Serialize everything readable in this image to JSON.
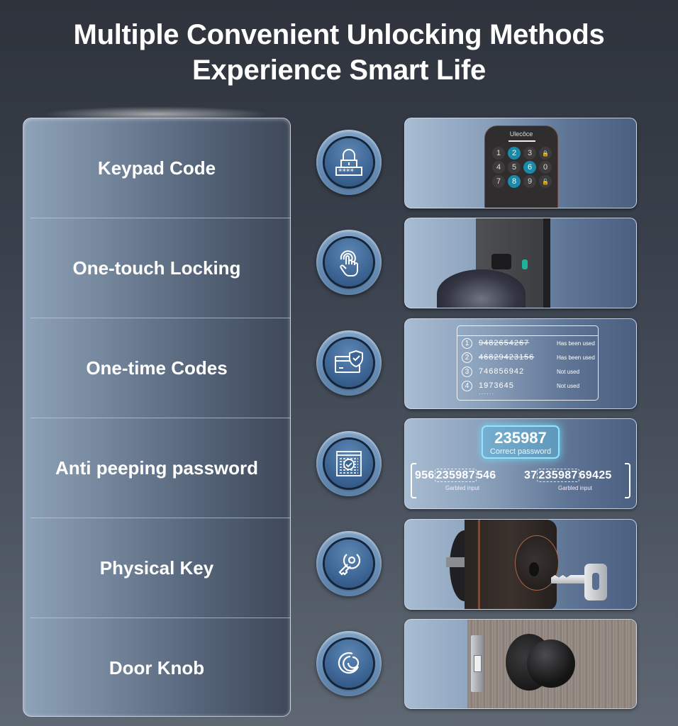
{
  "header": {
    "title_line1": "Multiple Convenient Unlocking Methods",
    "title_line2": "Experience Smart Life"
  },
  "methods": [
    {
      "label": "Keypad Code",
      "icon": "keypad-lock-icon"
    },
    {
      "label": "One-touch Locking",
      "icon": "touch-finger-icon"
    },
    {
      "label": "One-time Codes",
      "icon": "card-shield-icon"
    },
    {
      "label": "Anti peeping password",
      "icon": "scrambled-screen-check-icon"
    },
    {
      "label": "Physical Key",
      "icon": "key-icon"
    },
    {
      "label": "Door Knob",
      "icon": "knob-swirl-icon"
    }
  ],
  "keypad": {
    "brand": "Ulecôce",
    "keys": [
      "1",
      "2",
      "3",
      "🔒",
      "4",
      "5",
      "6",
      "0",
      "7",
      "8",
      "9",
      "🔓"
    ],
    "lit_keys": [
      "2",
      "6",
      "8"
    ],
    "lit_color": "#1a8aa8"
  },
  "one_time_codes": {
    "rows": [
      {
        "num": "1",
        "code": "9482654267",
        "status": "Has been used",
        "used": true
      },
      {
        "num": "2",
        "code": "46829423156",
        "status": "Has been used",
        "used": true
      },
      {
        "num": "3",
        "code": "746856942",
        "status": "Not used",
        "used": false
      },
      {
        "num": "4",
        "code": "1973645",
        "status": "Not used",
        "used": false
      }
    ],
    "more": "······"
  },
  "anti_peeping": {
    "correct_code": "235987",
    "correct_label": "Correct password",
    "garbled": [
      {
        "prefix": "956",
        "code": "235987",
        "suffix": "546",
        "label": "Garbled input"
      },
      {
        "prefix": "37",
        "code": "235987",
        "suffix": "69425",
        "label": "Garbled input"
      }
    ],
    "accent_color": "#8fe6ff"
  },
  "colors": {
    "background_top": "#2e333c",
    "panel_left": "#8ea2b8",
    "panel_right": "#3e4858",
    "icon_blue": "#3d6594"
  }
}
